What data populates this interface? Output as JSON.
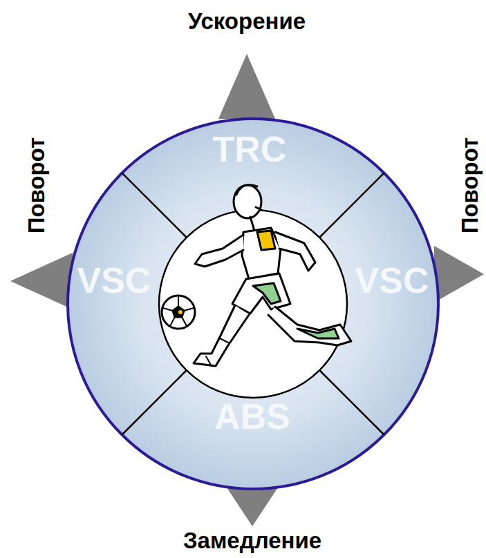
{
  "diagram": {
    "nodes": [
      {
        "text": [
          "TRC"
        ]
      },
      {
        "text": [
          "VSC"
        ]
      },
      {
        "text": [
          "VSC"
        ]
      },
      {
        "text": [
          "ABS"
        ]
      }
    ],
    "labels": [
      "Ускорение",
      "Поворот",
      "Поворот",
      "Замедление"
    ]
  }
}
